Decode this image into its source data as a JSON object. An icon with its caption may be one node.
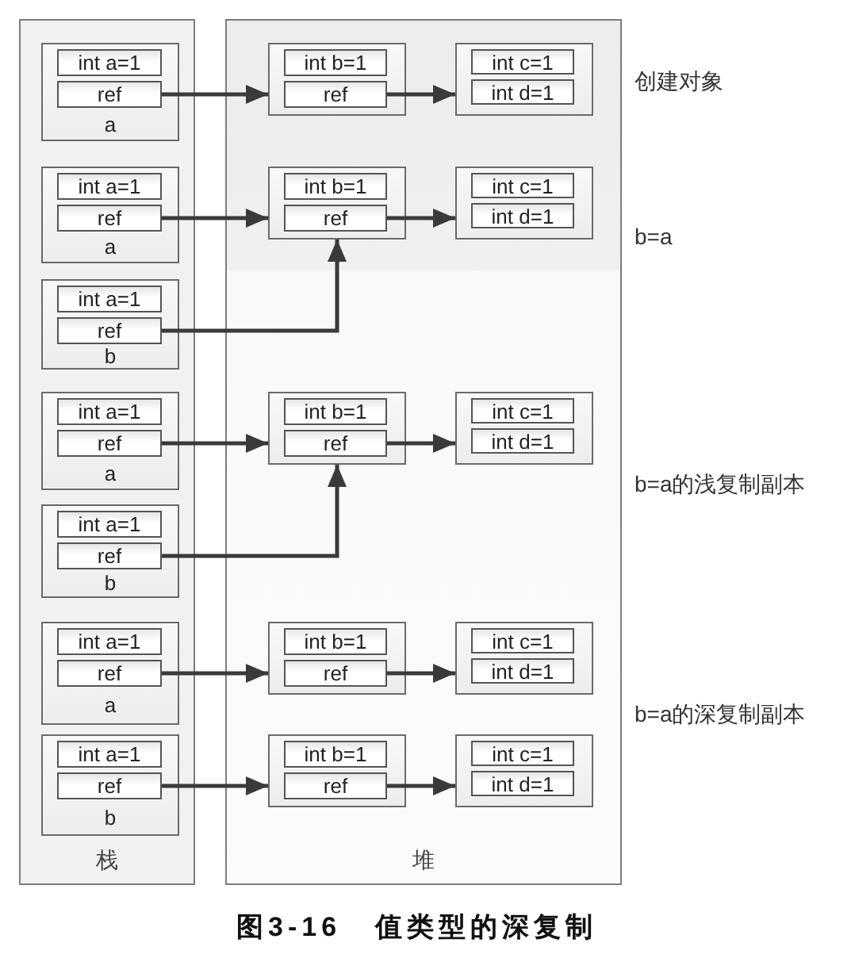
{
  "diagram": {
    "caption": "图3-16 值类型的深复制",
    "nodes": [
      {
        "text": [
          "栈"
        ]
      },
      {
        "text": [
          "堆"
        ]
      },
      {
        "text": [
          "a"
        ],
        "in": 0
      },
      {
        "text": [
          "int a=1"
        ],
        "in": 2
      },
      {
        "text": [
          "ref"
        ],
        "in": 2
      },
      {
        "text": [
          "a"
        ],
        "in": 0
      },
      {
        "text": [
          "int a=1"
        ],
        "in": 5
      },
      {
        "text": [
          "ref"
        ],
        "in": 5
      },
      {
        "text": [
          "b"
        ],
        "in": 0
      },
      {
        "text": [
          "int a=1"
        ],
        "in": 8
      },
      {
        "text": [
          "ref"
        ],
        "in": 8
      },
      {
        "text": [
          "a"
        ],
        "in": 0
      },
      {
        "text": [
          "int a=1"
        ],
        "in": 11
      },
      {
        "text": [
          "ref"
        ],
        "in": 11
      },
      {
        "text": [
          "b"
        ],
        "in": 0
      },
      {
        "text": [
          "int a=1"
        ],
        "in": 14
      },
      {
        "text": [
          "ref"
        ],
        "in": 14
      },
      {
        "text": [
          "a"
        ],
        "in": 0
      },
      {
        "text": [
          "int a=1"
        ],
        "in": 17
      },
      {
        "text": [
          "ref"
        ],
        "in": 17
      },
      {
        "text": [
          "b"
        ],
        "in": 0
      },
      {
        "text": [
          "int a=1"
        ],
        "in": 20
      },
      {
        "text": [
          "ref"
        ],
        "in": 20
      },
      {
        "text": [],
        "shape": "box",
        "in": 1
      },
      {
        "text": [
          "int b=1"
        ],
        "in": 23
      },
      {
        "text": [
          "ref"
        ],
        "in": 23
      },
      {
        "text": [],
        "shape": "box",
        "in": 1
      },
      {
        "text": [
          "int c=1"
        ],
        "in": 26
      },
      {
        "text": [
          "int d=1"
        ],
        "in": 26
      },
      {
        "text": [],
        "shape": "box",
        "in": 1
      },
      {
        "text": [
          "int b=1"
        ],
        "in": 29
      },
      {
        "text": [
          "ref"
        ],
        "in": 29
      },
      {
        "text": [],
        "shape": "box",
        "in": 1
      },
      {
        "text": [
          "int c=1"
        ],
        "in": 32
      },
      {
        "text": [
          "int d=1"
        ],
        "in": 32
      },
      {
        "text": [],
        "shape": "box",
        "in": 1
      },
      {
        "text": [
          "int b=1"
        ],
        "in": 35
      },
      {
        "text": [
          "ref"
        ],
        "in": 35
      },
      {
        "text": [],
        "shape": "box",
        "in": 1
      },
      {
        "text": [
          "int c=1"
        ],
        "in": 38
      },
      {
        "text": [
          "int d=1"
        ],
        "in": 38
      },
      {
        "text": [],
        "shape": "box",
        "in": 1
      },
      {
        "text": [
          "int b=1"
        ],
        "in": 41
      },
      {
        "text": [
          "ref"
        ],
        "in": 41
      },
      {
        "text": [],
        "shape": "box",
        "in": 1
      },
      {
        "text": [
          "int c=1"
        ],
        "in": 44
      },
      {
        "text": [
          "int d=1"
        ],
        "in": 44
      },
      {
        "text": [],
        "shape": "box",
        "in": 1
      },
      {
        "text": [
          "int b=1"
        ],
        "in": 47
      },
      {
        "text": [
          "ref"
        ],
        "in": 47
      },
      {
        "text": [],
        "shape": "box",
        "in": 1
      },
      {
        "text": [
          "int c=1"
        ],
        "in": 50
      },
      {
        "text": [
          "int d=1"
        ],
        "in": 50
      }
    ],
    "edges": [
      {
        "from": 4,
        "to": 23,
        "arrow": "to"
      },
      {
        "from": 25,
        "to": 26,
        "arrow": "to"
      },
      {
        "from": 7,
        "to": 29,
        "arrow": "to"
      },
      {
        "from": 31,
        "to": 32,
        "arrow": "to"
      },
      {
        "from": 10,
        "to": 29,
        "arrow": "to"
      },
      {
        "from": 13,
        "to": 35,
        "arrow": "to"
      },
      {
        "from": 37,
        "to": 38,
        "arrow": "to"
      },
      {
        "from": 16,
        "to": 35,
        "arrow": "to"
      },
      {
        "from": 19,
        "to": 41,
        "arrow": "to"
      },
      {
        "from": 43,
        "to": 44,
        "arrow": "to"
      },
      {
        "from": 22,
        "to": 47,
        "arrow": "to"
      },
      {
        "from": 49,
        "to": 50,
        "arrow": "to"
      }
    ],
    "labels": [
      "创建对象",
      "b=a",
      "b=a的浅复制副本",
      "b=a的深复制副本"
    ]
  }
}
